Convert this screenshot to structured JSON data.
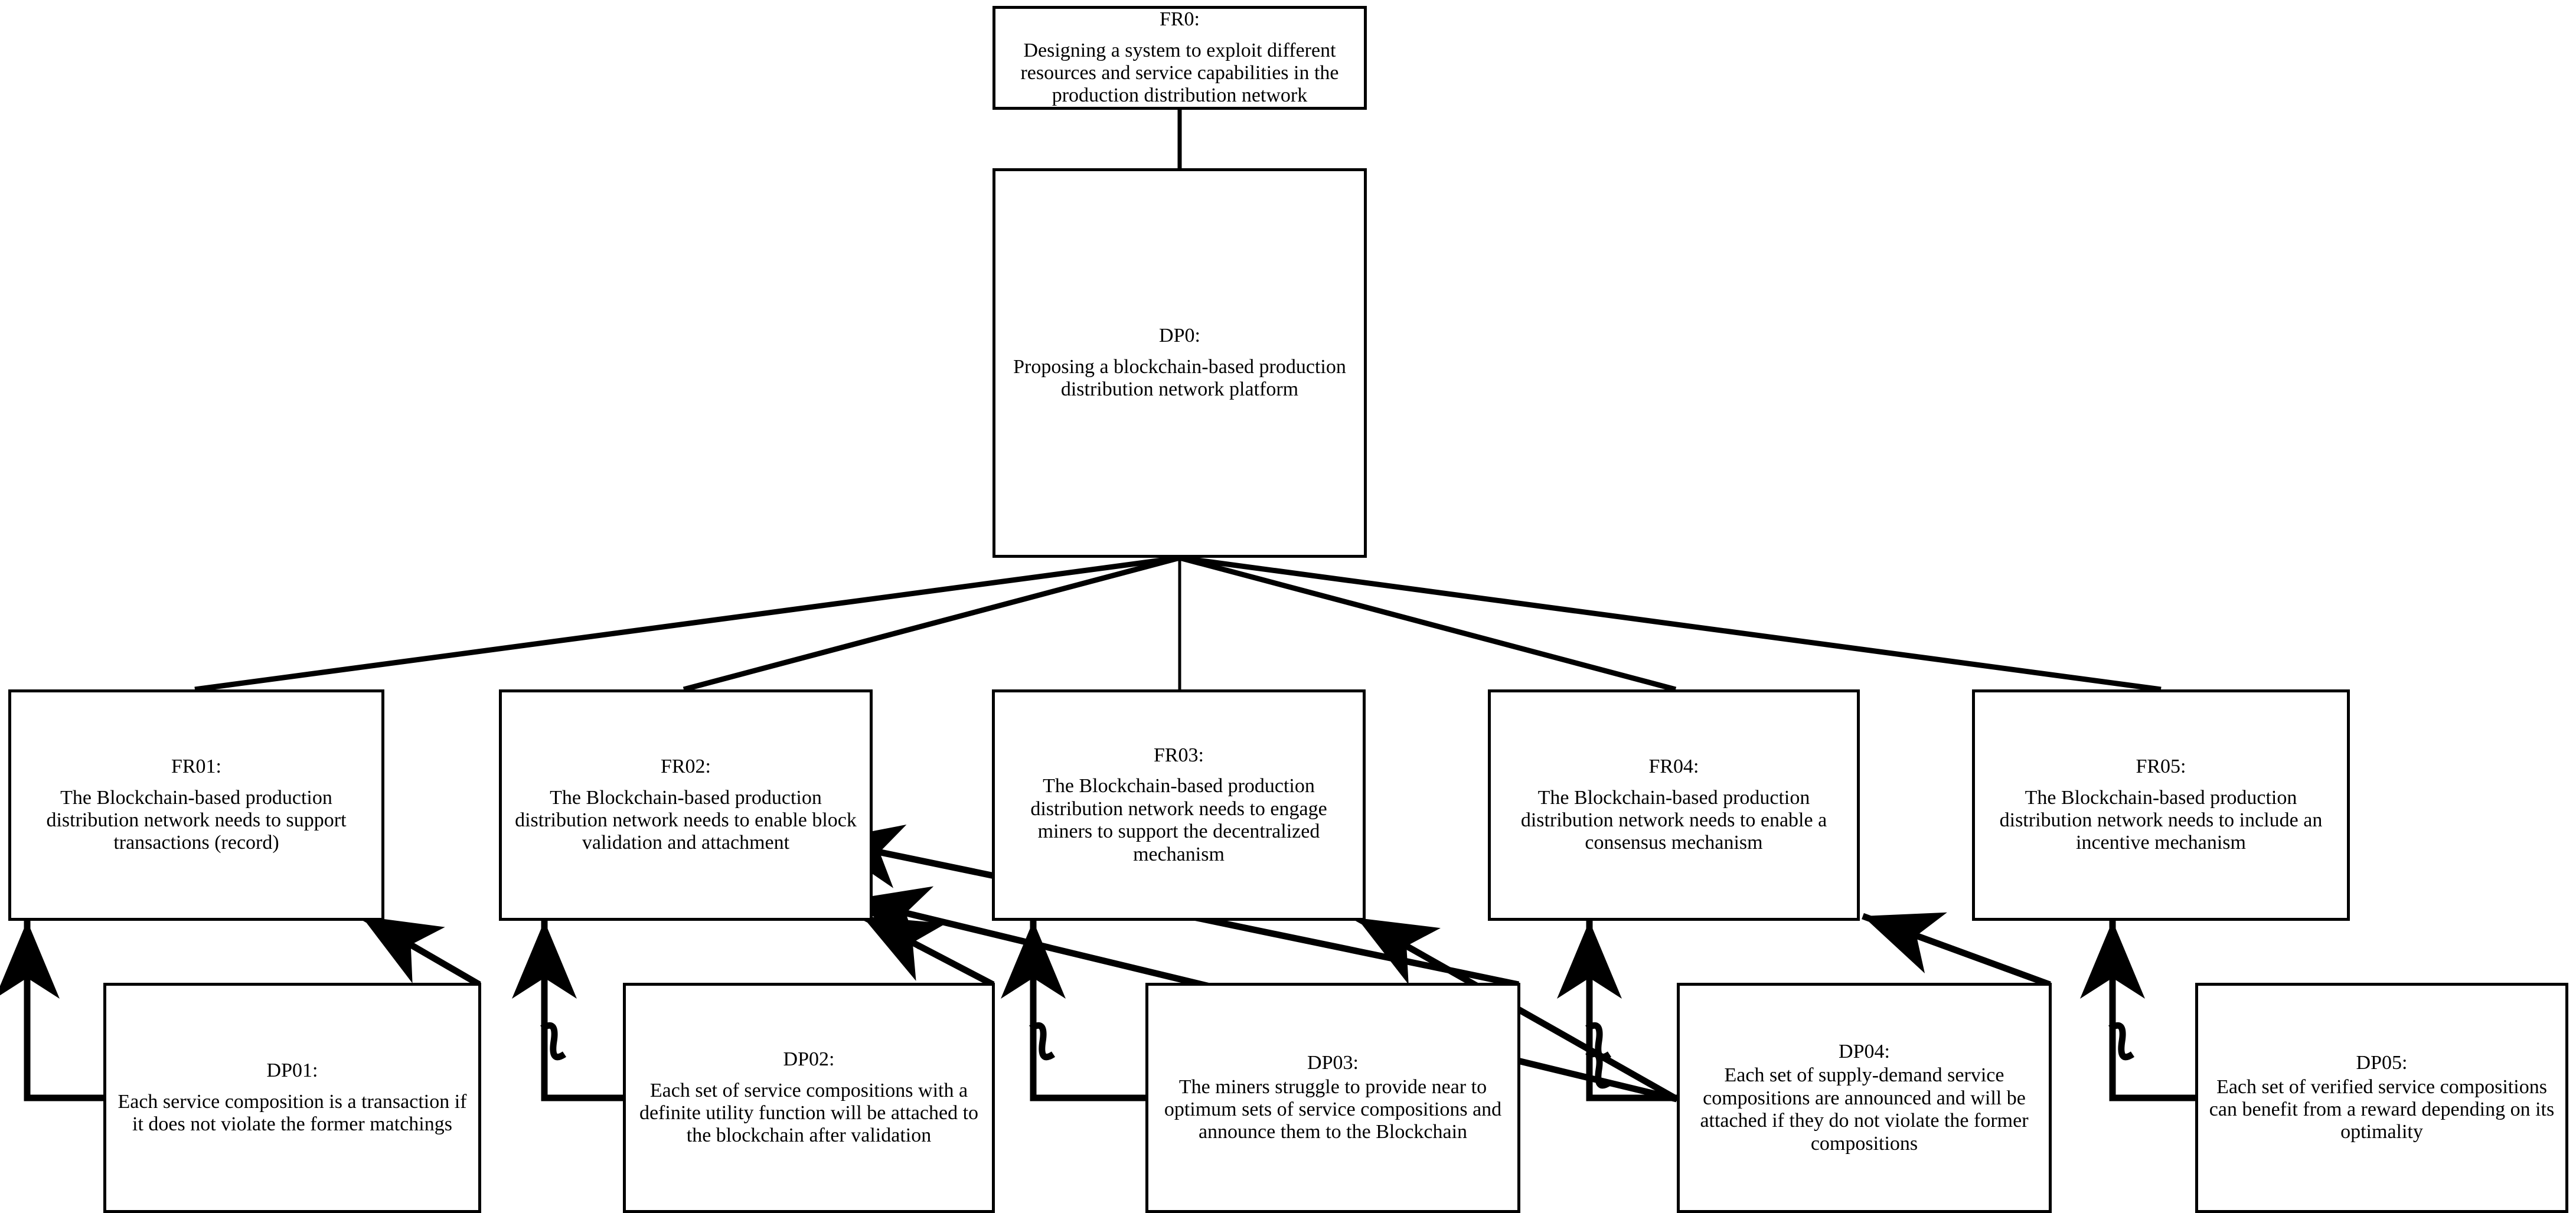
{
  "diagram": {
    "title": "Axiomatic design decomposition of a blockchain-based production distribution network",
    "type": "FR-DP zigzagging decomposition",
    "line_color": "#000000",
    "box_fill": "#ffffff",
    "box_border": "#000000"
  },
  "nodes": {
    "FR0": {
      "code": "FR0:",
      "desc": "Designing a system to exploit different resources and service capabilities in the production distribution network"
    },
    "DP0": {
      "code": "DP0:",
      "desc": "Proposing a blockchain-based production distribution network platform"
    },
    "FR01": {
      "code": "FR01:",
      "desc": "The Blockchain-based production distribution network needs to support transactions (record)"
    },
    "FR02": {
      "code": "FR02:",
      "desc": "The Blockchain-based production distribution network needs to enable block validation and attachment"
    },
    "FR03": {
      "code": "FR03:",
      "desc": "The Blockchain-based production distribution network needs to engage miners to support the decentralized mechanism"
    },
    "FR04": {
      "code": "FR04:",
      "desc": "The Blockchain-based production distribution network needs to enable a consensus mechanism"
    },
    "FR05": {
      "code": "FR05:",
      "desc": "The Blockchain-based production distribution network needs to include an incentive mechanism"
    },
    "DP01": {
      "code": "DP01:",
      "desc": "Each service composition is a transaction if it does not violate the former matchings"
    },
    "DP02": {
      "code": "DP02:",
      "desc": "Each set of service compositions with a definite utility function will be attached to the blockchain after validation"
    },
    "DP03": {
      "code": "DP03:",
      "desc": "The miners struggle to provide near to optimum sets of service compositions and announce them to the Blockchain"
    },
    "DP04": {
      "code": "DP04:",
      "desc": "Each set of supply-demand service compositions are announced and will be attached if they do not violate the former compositions"
    },
    "DP05": {
      "code": "DP05:",
      "desc": "Each set of verified service compositions can benefit from a reward depending on its optimality"
    }
  },
  "edges": [
    {
      "from": "FR0",
      "to": "DP0",
      "style": "plain"
    },
    {
      "from": "DP0",
      "to": "FR01",
      "style": "fan"
    },
    {
      "from": "DP0",
      "to": "FR02",
      "style": "fan"
    },
    {
      "from": "DP0",
      "to": "FR03",
      "style": "fan"
    },
    {
      "from": "DP0",
      "to": "FR04",
      "style": "fan"
    },
    {
      "from": "DP0",
      "to": "FR05",
      "style": "fan"
    },
    {
      "from": "DP01",
      "to": "FR01",
      "style": "elbow-arrow"
    },
    {
      "from": "DP01",
      "to": "FR01",
      "style": "diagonal-arrow"
    },
    {
      "from": "DP02",
      "to": "FR02",
      "style": "elbow-arrow"
    },
    {
      "from": "DP02",
      "to": "FR02",
      "style": "diagonal-arrow"
    },
    {
      "from": "DP03",
      "to": "FR03",
      "style": "elbow-arrow"
    },
    {
      "from": "DP03",
      "to": "FR02",
      "style": "diagonal-arrow"
    },
    {
      "from": "DP04",
      "to": "FR04",
      "style": "elbow-arrow"
    },
    {
      "from": "DP04",
      "to": "FR03",
      "style": "diagonal-arrow"
    },
    {
      "from": "DP04",
      "to": "FR03",
      "style": "diagonal-arrow"
    },
    {
      "from": "DP05",
      "to": "FR05",
      "style": "elbow-arrow"
    },
    {
      "from": "DP05",
      "to": "FR04",
      "style": "diagonal-arrow"
    }
  ]
}
